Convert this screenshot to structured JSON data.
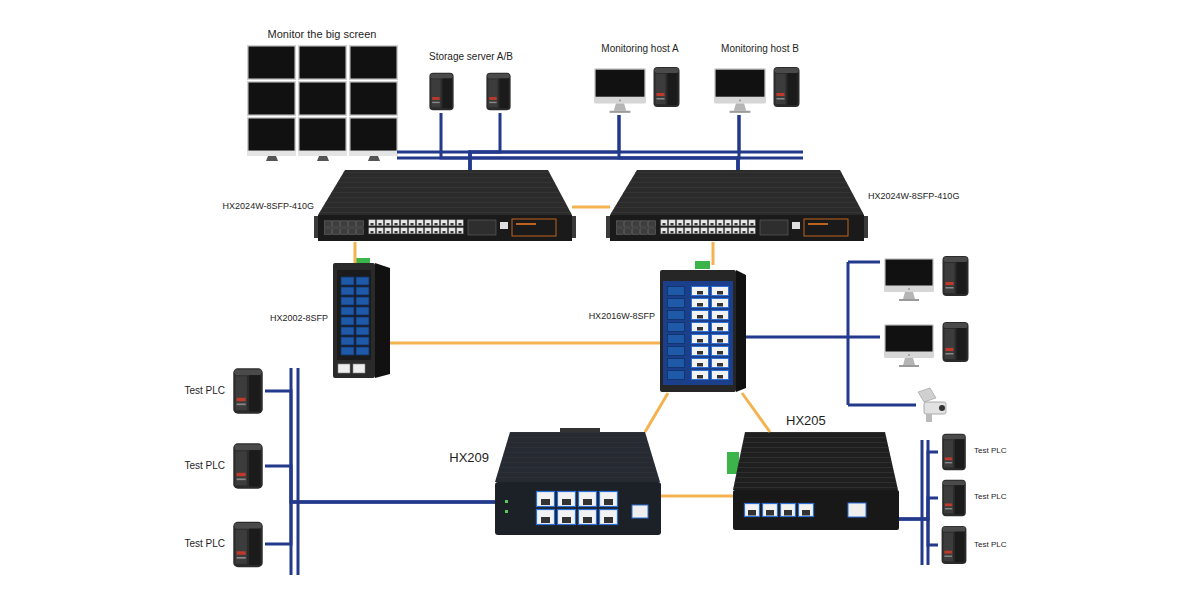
{
  "diagram": {
    "nodes": [
      {
        "text": [
          "Monitor the big screen"
        ]
      },
      {
        "text": [
          "Storage server A/B"
        ]
      },
      {
        "text": [
          "Monitoring host A"
        ]
      },
      {
        "text": [
          "Monitoring host B"
        ]
      },
      {
        "text": [
          "HX2024W-8SFP-410G"
        ]
      },
      {
        "text": [
          "HX2024W-8SFP-410G"
        ]
      },
      {
        "text": [
          "HX2002-8SFP"
        ]
      },
      {
        "text": [
          "HX2016W-8SFP"
        ]
      },
      {
        "text": [
          "HX209"
        ]
      },
      {
        "text": [
          "HX205"
        ]
      },
      {
        "text": [
          "Test PLC"
        ]
      },
      {
        "text": [
          "Test PLC"
        ]
      },
      {
        "text": [
          "Test PLC"
        ]
      },
      {
        "text": [
          "Test PLC"
        ]
      },
      {
        "text": [
          "Test PLC"
        ]
      },
      {
        "text": [
          "Test PLC"
        ]
      }
    ],
    "edges": [
      {
        "from": 4,
        "to": 0,
        "arrow": "none"
      },
      {
        "from": 4,
        "to": 1,
        "arrow": "none"
      },
      {
        "from": 4,
        "to": 2,
        "arrow": "none"
      },
      {
        "from": 4,
        "to": 3,
        "arrow": "none"
      },
      {
        "from": 5,
        "to": 0,
        "arrow": "none"
      },
      {
        "from": 5,
        "to": 1,
        "arrow": "none"
      },
      {
        "from": 5,
        "to": 2,
        "arrow": "none"
      },
      {
        "from": 5,
        "to": 3,
        "arrow": "none"
      },
      {
        "from": 4,
        "to": 5,
        "arrow": "none"
      },
      {
        "from": 4,
        "to": 6,
        "arrow": "none"
      },
      {
        "from": 5,
        "to": 7,
        "arrow": "none"
      },
      {
        "from": 6,
        "to": 7,
        "arrow": "none"
      },
      {
        "from": 7,
        "to": 8,
        "arrow": "none"
      },
      {
        "from": 7,
        "to": 9,
        "arrow": "none"
      },
      {
        "from": 8,
        "to": 9,
        "arrow": "none"
      },
      {
        "from": 8,
        "to": 10,
        "arrow": "none"
      },
      {
        "from": 8,
        "to": 11,
        "arrow": "none"
      },
      {
        "from": 8,
        "to": 12,
        "arrow": "none"
      },
      {
        "from": 9,
        "to": 13,
        "arrow": "none"
      },
      {
        "from": 9,
        "to": 14,
        "arrow": "none"
      },
      {
        "from": 9,
        "to": 15,
        "arrow": "none"
      }
    ]
  }
}
